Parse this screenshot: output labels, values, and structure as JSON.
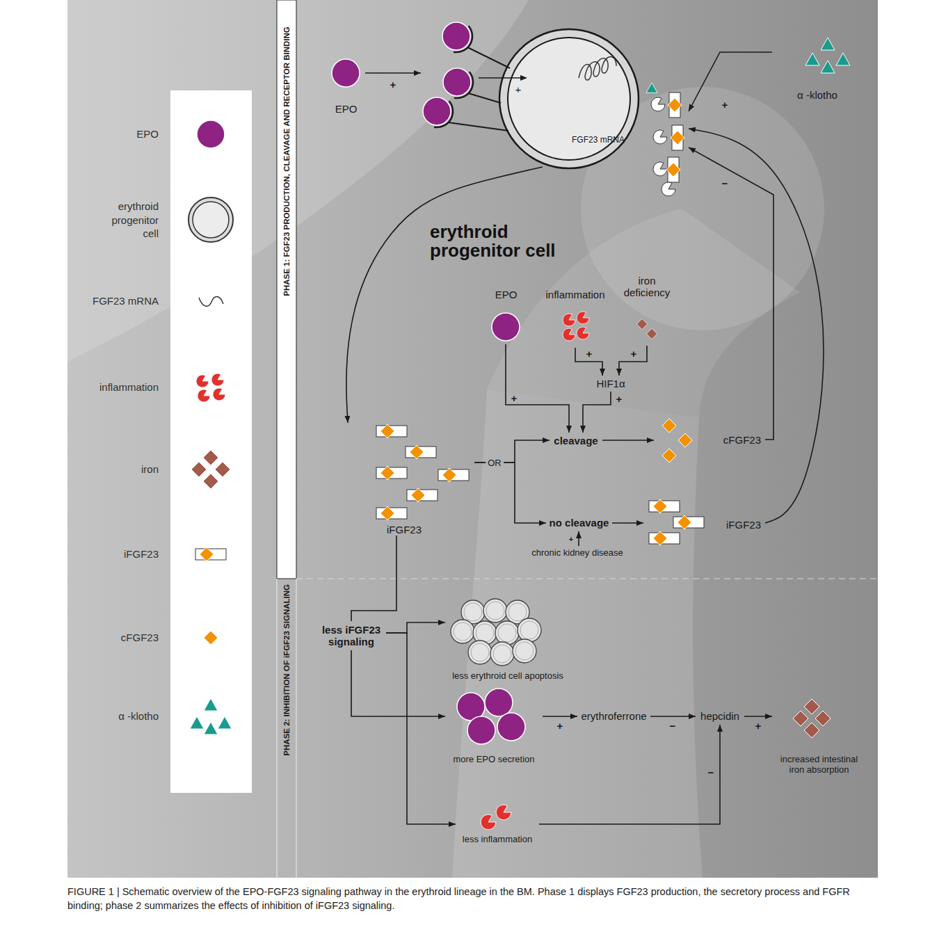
{
  "diagram": {
    "caption": "FIGURE 1 | Schematic overview of the EPO-FGF23 signaling pathway in the erythroid lineage in the BM. Phase 1 displays FGF23 production, the secretory process and FGFR binding; phase 2 summarizes the effects of inhibition of iFGF23 signaling.",
    "nodes": [
      {
        "text": [
          "EPO"
        ]
      },
      {
        "text": [
          "erythroid progenitor cell"
        ]
      },
      {
        "text": [
          "α -klotho"
        ]
      },
      {
        "text": [
          "EPO"
        ]
      },
      {
        "text": [
          "inflammation"
        ]
      },
      {
        "text": [
          "iron deficiency"
        ]
      },
      {
        "text": [
          "HIF1α"
        ]
      },
      {
        "text": [
          "iFGF23"
        ]
      },
      {
        "text": [
          "cleavage"
        ]
      },
      {
        "text": [
          "cFGF23"
        ]
      },
      {
        "text": [
          "no cleavage"
        ]
      },
      {
        "text": [
          "iFGF23"
        ]
      },
      {
        "text": [
          "chronic kidney disease"
        ]
      },
      {
        "text": [
          "less iFGF23 signaling"
        ]
      },
      {
        "text": [
          "less erythroid cell apoptosis"
        ]
      },
      {
        "text": [
          "more EPO secretion"
        ]
      },
      {
        "text": [
          "less inflammation"
        ]
      },
      {
        "text": [
          "erythroferrone"
        ]
      },
      {
        "text": [
          "hepcidin"
        ]
      },
      {
        "text": [
          "increased intestinal iron absorption"
        ]
      }
    ],
    "edges": [
      {
        "from": 0,
        "to": 1,
        "arrow": "to",
        "label": "+"
      },
      {
        "from": 2,
        "to": 1,
        "arrow": "to",
        "label": "+"
      },
      {
        "from": 1,
        "to": 7,
        "arrow": "to"
      },
      {
        "from": 3,
        "to": 8,
        "arrow": "to",
        "label": "+"
      },
      {
        "from": 4,
        "to": 6,
        "arrow": "to",
        "label": "+"
      },
      {
        "from": 5,
        "to": 6,
        "arrow": "to",
        "label": "+"
      },
      {
        "from": 6,
        "to": 8,
        "arrow": "to",
        "label": "+"
      },
      {
        "from": 7,
        "to": 8,
        "arrow": "to"
      },
      {
        "from": 7,
        "to": 10,
        "arrow": "to"
      },
      {
        "from": 8,
        "to": 9,
        "arrow": "to"
      },
      {
        "from": 10,
        "to": 11,
        "arrow": "to"
      },
      {
        "from": 12,
        "to": 10,
        "arrow": "to",
        "label": "+"
      },
      {
        "from": 9,
        "to": 1,
        "arrow": "to",
        "label": "−"
      },
      {
        "from": 11,
        "to": 1,
        "arrow": "to"
      },
      {
        "from": 7,
        "to": 13,
        "arrow": "none"
      },
      {
        "from": 13,
        "to": 14,
        "arrow": "to"
      },
      {
        "from": 13,
        "to": 15,
        "arrow": "to"
      },
      {
        "from": 13,
        "to": 16,
        "arrow": "to"
      },
      {
        "from": 15,
        "to": 17,
        "arrow": "to",
        "label": "+"
      },
      {
        "from": 17,
        "to": 18,
        "arrow": "to",
        "label": "−"
      },
      {
        "from": 18,
        "to": 19,
        "arrow": "to",
        "label": "+"
      },
      {
        "from": 16,
        "to": 18,
        "arrow": "to",
        "label": "−"
      }
    ],
    "labels": [
      "PHASE 1: FGF23 PRODUCTION, CLEAVAGE AND RECEPTOR BINDING",
      "FGF23 mRNA",
      "+",
      "OR",
      "PHASE 2: INHIBITION OF iFGF23 SIGNALING"
    ],
    "legend": [
      {
        "text": "EPO"
      },
      {
        "text": "erythroid progenitor cell"
      },
      {
        "text": "FGF23 mRNA"
      },
      {
        "text": "inflammation"
      },
      {
        "text": "iron"
      },
      {
        "text": "iFGF23"
      },
      {
        "text": "cFGF23"
      },
      {
        "text": "α -klotho"
      }
    ]
  }
}
